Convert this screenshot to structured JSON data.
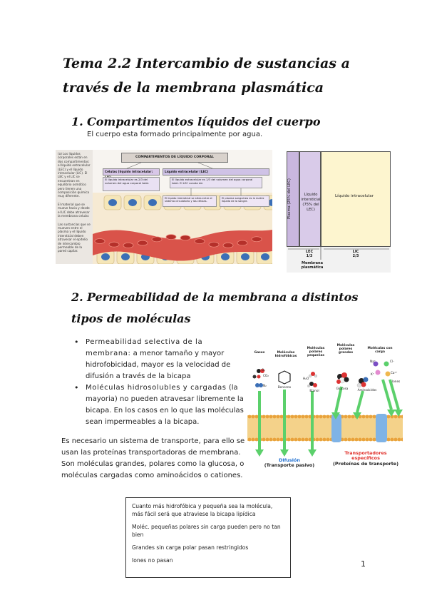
{
  "title": "Tema 2.2 Intercambio de sustancias a través de la membrana plasmática",
  "section1": {
    "number": "1.",
    "heading": "Compartimentos líquidos del cuerpo",
    "text": "El cuerpo esta formado principalmente por agua."
  },
  "figure1": {
    "side_notes": [
      "(a) Los líquidos corporales están en dos compartimentos: el líquido extracelular (LEC) y el líquido intracelular (LIC). El LEC y el LIC se encuentran en equilibrio osmótico pero tienen una composición química muy diferente.",
      "El material que se mueve hacia y desde el LIC debe atravesar la membrana celular.",
      "Las sustancias que se mueven entre el plasma y el líquido intersticial deben atravesar el epitelio de intercambio permeable de la pared capilar."
    ],
    "header": "COMPARTIMENTOS DE LÍQUIDO CORPORAL",
    "cells_label": "Células (líquido intracelular: LIC)",
    "lec_label": "Líquido extracelular (LEC)",
    "lic_desc": "El líquido intracelular es 2/3 del volumen del agua corporal total.",
    "lec_desc": "El líquido extracelular es 1/3 del volumen del agua corporal total. El LEC consta de:",
    "interstitial_desc": "El líquido intersticial se sitúa entre el sistema circulatorio y las células.",
    "plasma_desc": "El plasma sanguíneo es la matriz líquida de la sangre."
  },
  "figure2": {
    "plasma": "Plasma (25% del LEC)",
    "interstitial": "Líquido intersticial (75% del LEC)",
    "intracellular": "Líquido intracelular",
    "lec": "LEC",
    "lec_frac": "1/3",
    "lic": "LIC",
    "lic_frac": "2/3",
    "membrane": "Membrana plasmática"
  },
  "section2": {
    "number": "2.",
    "heading": "Permeabilidad de la membrana a distintos tipos de moléculas",
    "bullets": [
      {
        "lead": "Permeabilidad selectiva de la membrana:",
        "rest": "a menor tamaño y mayor hidrofobicidad, mayor es la velocidad de difusión a través de la bicapa"
      },
      {
        "lead": "Moléculas hidrosolubles y cargadas",
        "rest": "(la mayoria) no pueden atravesar libremente la bicapa. En los casos en lo que las moléculas sean impermeables a la bicapa."
      }
    ],
    "paragraph": "Es necesario un sistema de transporte, para ello se usan las proteínas transportadoras de membrana. Son moléculas grandes, polares como la glucosa, o moléculas cargadas como aminoácidos o cationes."
  },
  "figure3": {
    "columns": [
      "Gases",
      "Moléculas hidrofóbicas",
      "Moléculas polares pequeñas",
      "Moléculas polares grandes",
      "Moléculas con carga"
    ],
    "molecules": [
      "O₂",
      "CO₂",
      "N₂",
      "Benceno",
      "H₂O",
      "Etanol",
      "Glucosa",
      "Aminoácidos",
      "Iones",
      "Na⁺",
      "Cl⁻",
      "K⁺",
      "Ca²⁺"
    ],
    "diffusion": "Difusión",
    "diffusion_sub": "(Transporte pasivo)",
    "transport": "Transportadores específicos",
    "transport_sub": "(Proteínas de transporte)"
  },
  "note_box": [
    "Cuanto más hidrofóbica y pequeña sea la molécula, más fácil será que atraviese la bicapa lipídica",
    "Moléc. pequeñas polares sin carga pueden pero no tan bien",
    "Grandes sin carga polar pasan restringidos",
    "Iones no pasan"
  ],
  "page_number": "1",
  "colors": {
    "membrane_head": "#e9a23b",
    "membrane_tail": "#f4d28a",
    "arrow_green": "#5bd06b",
    "diffusion_blue": "#1f6fd1",
    "transport_red": "#e0302a",
    "vessel_red": "#d9534a",
    "cell_yellow": "#f5e6b8",
    "nucleus_blue": "#3b6fb6"
  }
}
